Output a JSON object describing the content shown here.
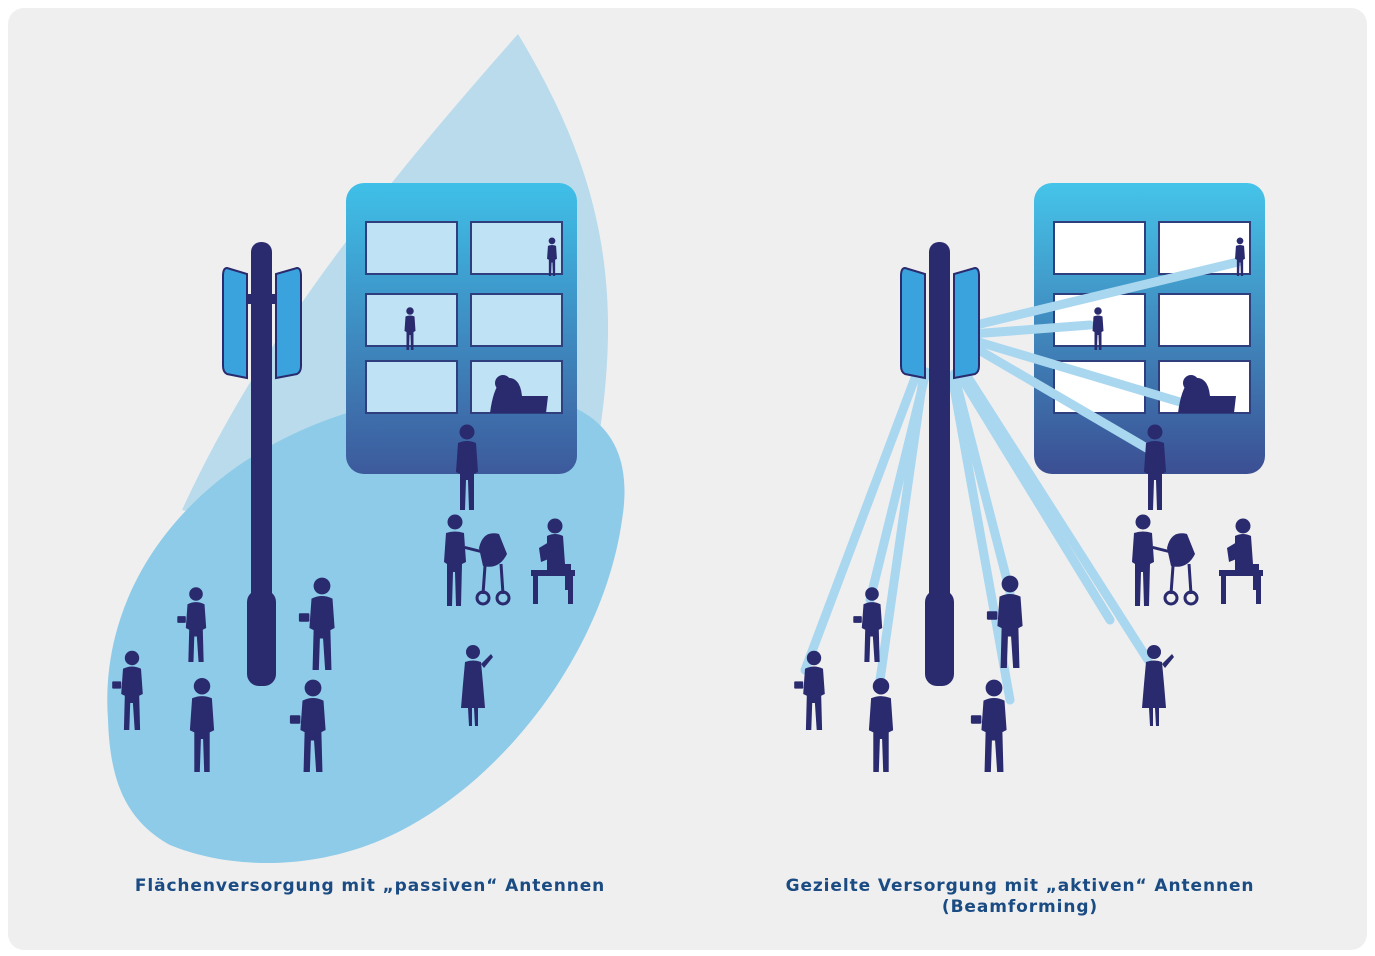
{
  "panels": [
    {
      "id": "passive",
      "caption": "Flächenversorgung mit „passiven“ Antennen"
    },
    {
      "id": "active",
      "caption": "Gezielte Versorgung mit „aktiven“ Antennen (Beamforming)"
    }
  ],
  "colors": {
    "background": "#efeff0",
    "coverage_light": "#b9dbec",
    "coverage_mid": "#8ecbe8",
    "beam": "#a9d7ef",
    "mast": "#2a2a6e",
    "antenna": "#3aa3dd",
    "building_top": "#3fc0e8",
    "building_bottom": "#3d5a9c",
    "window_passive": "#bfe2f4",
    "window_active": "#ffffff",
    "figure": "#2a2a6e",
    "caption": "#1a4b82"
  }
}
